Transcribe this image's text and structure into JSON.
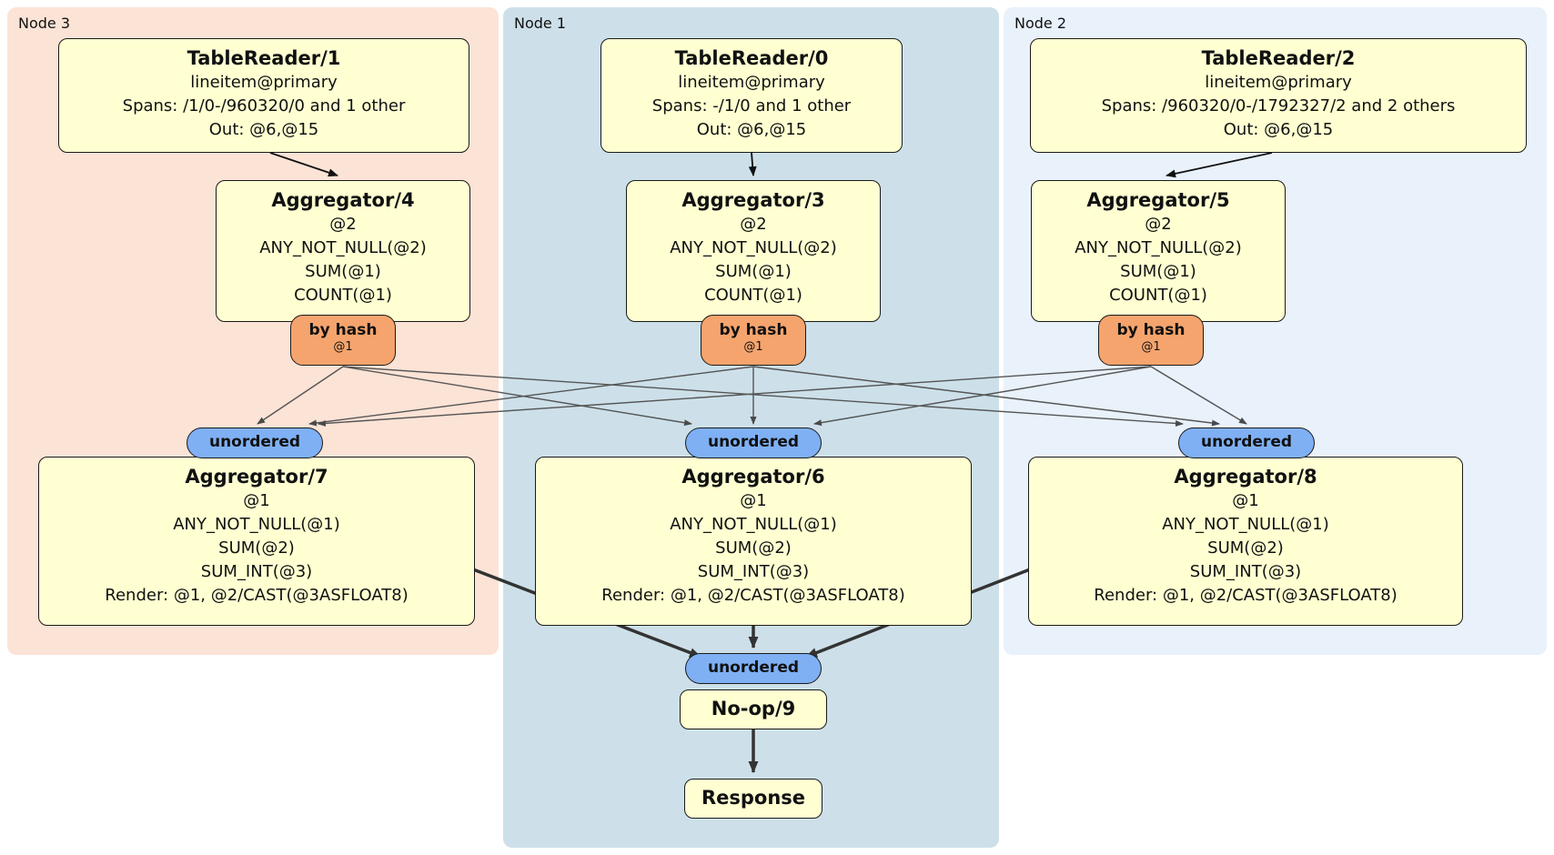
{
  "regions": [
    {
      "label": "Node 3",
      "tablereader": {
        "title": "TableReader/1",
        "lines": [
          "lineitem@primary",
          "Spans: /1/0-/960320/0 and 1 other",
          "Out: @6,@15"
        ]
      },
      "aggregator_top": {
        "title": "Aggregator/4",
        "lines": [
          "@2",
          "ANY_NOT_NULL(@2)",
          "SUM(@1)",
          "COUNT(@1)"
        ]
      },
      "router": {
        "label": "by hash",
        "detail": "@1"
      },
      "sync": {
        "label": "unordered"
      },
      "aggregator_bottom": {
        "title": "Aggregator/7",
        "lines": [
          "@1",
          "ANY_NOT_NULL(@1)",
          "SUM(@2)",
          "SUM_INT(@3)",
          "Render: @1, @2/CAST(@3ASFLOAT8)"
        ]
      }
    },
    {
      "label": "Node 1",
      "tablereader": {
        "title": "TableReader/0",
        "lines": [
          "lineitem@primary",
          "Spans: -/1/0 and 1 other",
          "Out: @6,@15"
        ]
      },
      "aggregator_top": {
        "title": "Aggregator/3",
        "lines": [
          "@2",
          "ANY_NOT_NULL(@2)",
          "SUM(@1)",
          "COUNT(@1)"
        ]
      },
      "router": {
        "label": "by hash",
        "detail": "@1"
      },
      "sync": {
        "label": "unordered"
      },
      "aggregator_bottom": {
        "title": "Aggregator/6",
        "lines": [
          "@1",
          "ANY_NOT_NULL(@1)",
          "SUM(@2)",
          "SUM_INT(@3)",
          "Render: @1, @2/CAST(@3ASFLOAT8)"
        ]
      }
    },
    {
      "label": "Node 2",
      "tablereader": {
        "title": "TableReader/2",
        "lines": [
          "lineitem@primary",
          "Spans: /960320/0-/1792327/2 and 2 others",
          "Out: @6,@15"
        ]
      },
      "aggregator_top": {
        "title": "Aggregator/5",
        "lines": [
          "@2",
          "ANY_NOT_NULL(@2)",
          "SUM(@1)",
          "COUNT(@1)"
        ]
      },
      "router": {
        "label": "by hash",
        "detail": "@1"
      },
      "sync": {
        "label": "unordered"
      },
      "aggregator_bottom": {
        "title": "Aggregator/8",
        "lines": [
          "@1",
          "ANY_NOT_NULL(@1)",
          "SUM(@2)",
          "SUM_INT(@3)",
          "Render: @1, @2/CAST(@3ASFLOAT8)"
        ]
      }
    }
  ],
  "final_chain": {
    "sync": {
      "label": "unordered"
    },
    "noop": {
      "title": "No-op/9"
    },
    "response": {
      "title": "Response"
    }
  },
  "colors": {
    "node3_bg": "#fbe3d6",
    "node1_bg": "#cde0e9",
    "node2_bg": "#e9f1fb",
    "box_bg": "#ffffd2",
    "router_bg": "#f6a46d",
    "sync_bg": "#7fb0f4",
    "border": "#1a1a1a"
  }
}
